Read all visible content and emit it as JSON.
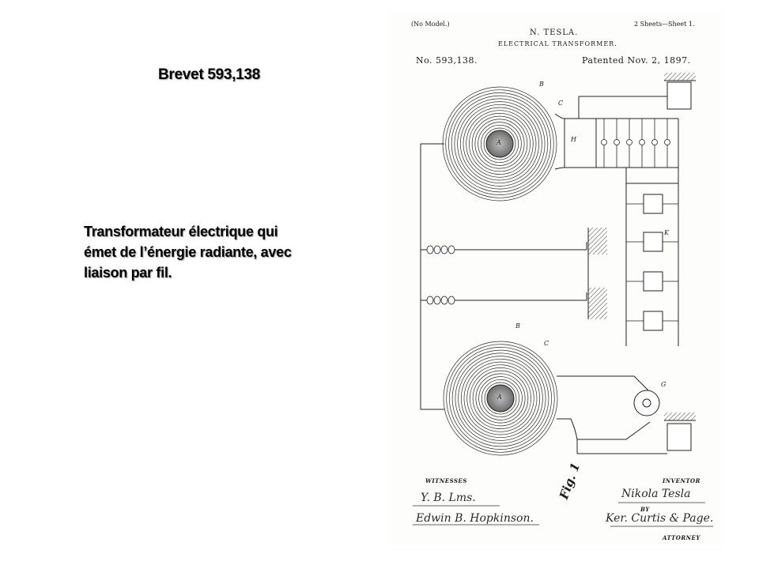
{
  "slide": {
    "title": "Brevet 593,138",
    "body_lines": [
      "Transformateur électrique qui",
      "émet de l’énergie radiante, avec",
      "liaison par fil."
    ]
  },
  "patent": {
    "no_model": "(No Model.)",
    "sheets": "2 Sheets—Sheet 1.",
    "inventor_name": "N. TESLA.",
    "subject": "ELECTRICAL TRANSFORMER.",
    "number": "No. 593,138.",
    "patented": "Patented Nov. 2, 1897.",
    "fig_label": "Fig. 1",
    "witnesses_caption": "WITNESSES",
    "inventor_caption": "INVENTOR",
    "by_caption": "BY",
    "attorney_caption": "ATTORNEY",
    "witness_1": "Y. B. Lms.",
    "witness_2": "Edwin B. Hopkinson.",
    "signature_inventor": "Nikola Tesla",
    "signature_attorney": "Ker. Curtis & Page.",
    "letter_B": "B",
    "letter_C": "C",
    "letter_H": "H",
    "letter_A": "A",
    "letter_G": "G",
    "letter_K": "K"
  }
}
